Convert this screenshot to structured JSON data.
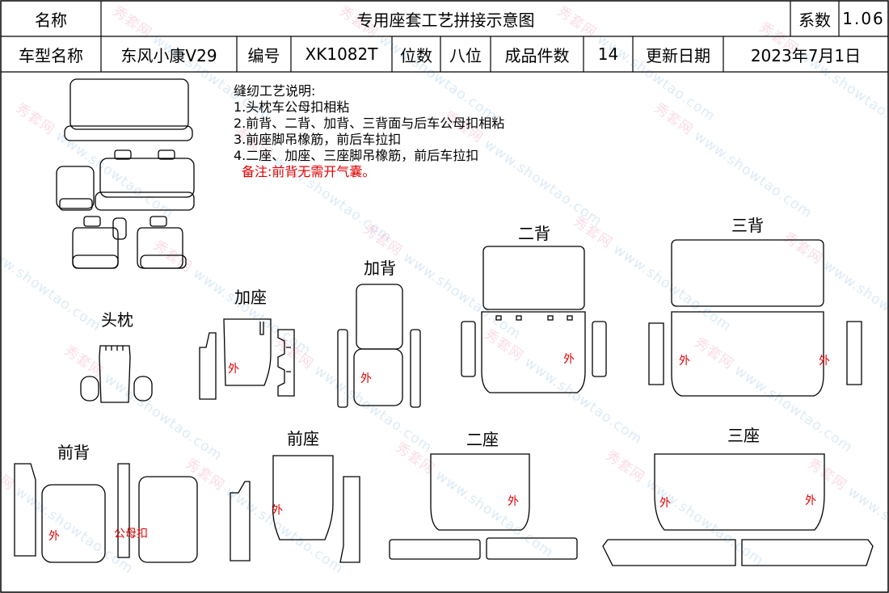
{
  "header": {
    "name_label": "名称",
    "title": "专用座套工艺拼接示意图",
    "coef_label": "系数",
    "coef_value": "1.06",
    "model_label": "车型名称",
    "model_value": "东风小康V29",
    "code_label": "编号",
    "code_value": "XK1082T",
    "seats_label": "位数",
    "seats_value": "八位",
    "pieces_label": "成品件数",
    "pieces_value": "14",
    "date_label": "更新日期",
    "date_value": "2023年7月1日"
  },
  "notes": {
    "heading": "缝纫工艺说明:",
    "items": [
      "1.头枕车公母扣相粘",
      "2.前背、二背、加背、三背面与后车公母扣相粘",
      "3.前座脚吊橡筋，前后车拉扣",
      "4.二座、加座、三座脚吊橡筋，前后车拉扣"
    ],
    "remark": "备注:前背无需开气囊。"
  },
  "parts": {
    "headrest": "头枕",
    "add_seat": "加座",
    "add_back": "加背",
    "second_back": "二背",
    "third_back": "三背",
    "front_back": "前背",
    "front_seat": "前座",
    "second_seat": "二座",
    "third_seat": "三座"
  },
  "marks": {
    "outside": "外",
    "snap": "公母扣"
  },
  "watermark": {
    "brand": "秀套网",
    "url": "www.showtao.com"
  },
  "colors": {
    "remark_red": "#e00000",
    "line": "#000000"
  }
}
